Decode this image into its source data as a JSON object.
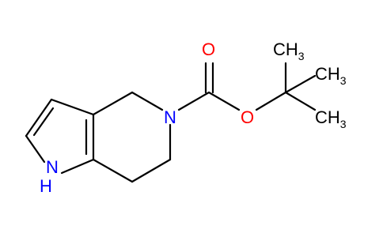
{
  "molecule": {
    "labels": {
      "nh_n": "N",
      "nh_h": "H",
      "ring_n": "N",
      "carbonyl_o": "O",
      "ester_o": "O",
      "methyl_1": "CH",
      "methyl_2": "CH",
      "methyl_3": "CH",
      "methyl_subscript": "3"
    },
    "colors": {
      "bond": "#000000",
      "nitrogen": "#0000ff",
      "oxygen": "#ff0000",
      "carbon": "#000000"
    }
  }
}
